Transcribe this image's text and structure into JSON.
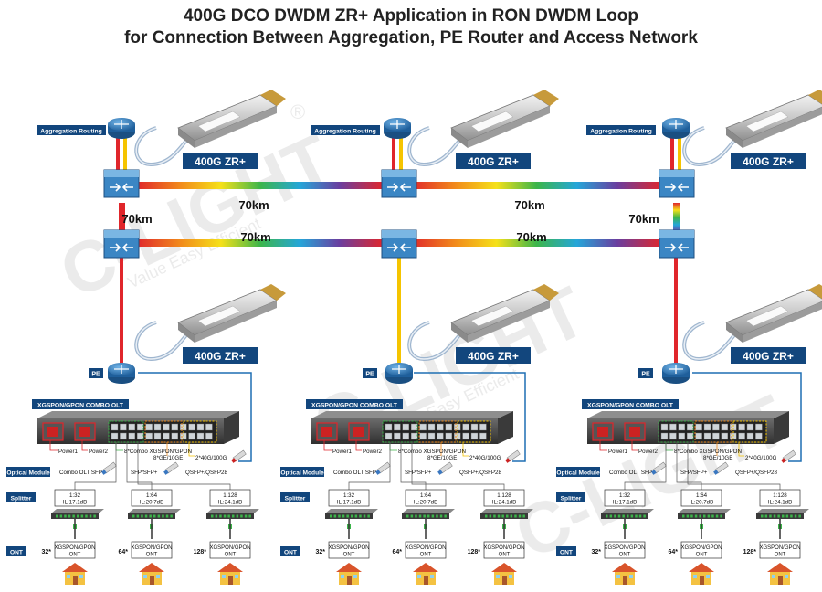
{
  "title": {
    "line1": "400G DCO DWDM ZR+ Application in RON DWDM Loop",
    "line2": "for Connection Between Aggregation, PE Router and Access Network"
  },
  "watermark": {
    "brand": "C-LIGHT",
    "slogan": "Value  Easy  Efficient",
    "reg": "®"
  },
  "aggregation_label": "Aggregation Routing",
  "zr_label": "400G ZR+",
  "span_label": "70km",
  "pe_label": "PE",
  "olt": {
    "title": "XGSPON/GPON COMBO OLT",
    "power1": "Power1",
    "power2": "Power2",
    "combo_ports": "8*Combo XGSPON/GPON",
    "ge_ports": "8*GE/10GE",
    "uplink_ports": "2*40G/100G"
  },
  "row_labels": {
    "optical_module": "Optical Module",
    "splitter": "Splitter",
    "ont": "ONT"
  },
  "modules": {
    "combo_sfp": "Combo OLT SFP",
    "sfp": "SFP/SFP+",
    "qsfp": "QSFP+/QSFP28"
  },
  "splitters": [
    {
      "ratio": "1:32",
      "il": "IL:17.1dB",
      "count": "32*"
    },
    {
      "ratio": "1:64",
      "il": "IL:20.7dB",
      "count": "64*"
    },
    {
      "ratio": "1:128",
      "il": "IL:24.1dB",
      "count": "128*"
    }
  ],
  "ont_label": {
    "line1": "XGSPON/GPON",
    "line2": "ONT"
  },
  "colors": {
    "red": "#e0262b",
    "yellow": "#f5c400",
    "blue": "#1e6fb3",
    "navy": "#12467d",
    "router": "#2d78b9"
  }
}
